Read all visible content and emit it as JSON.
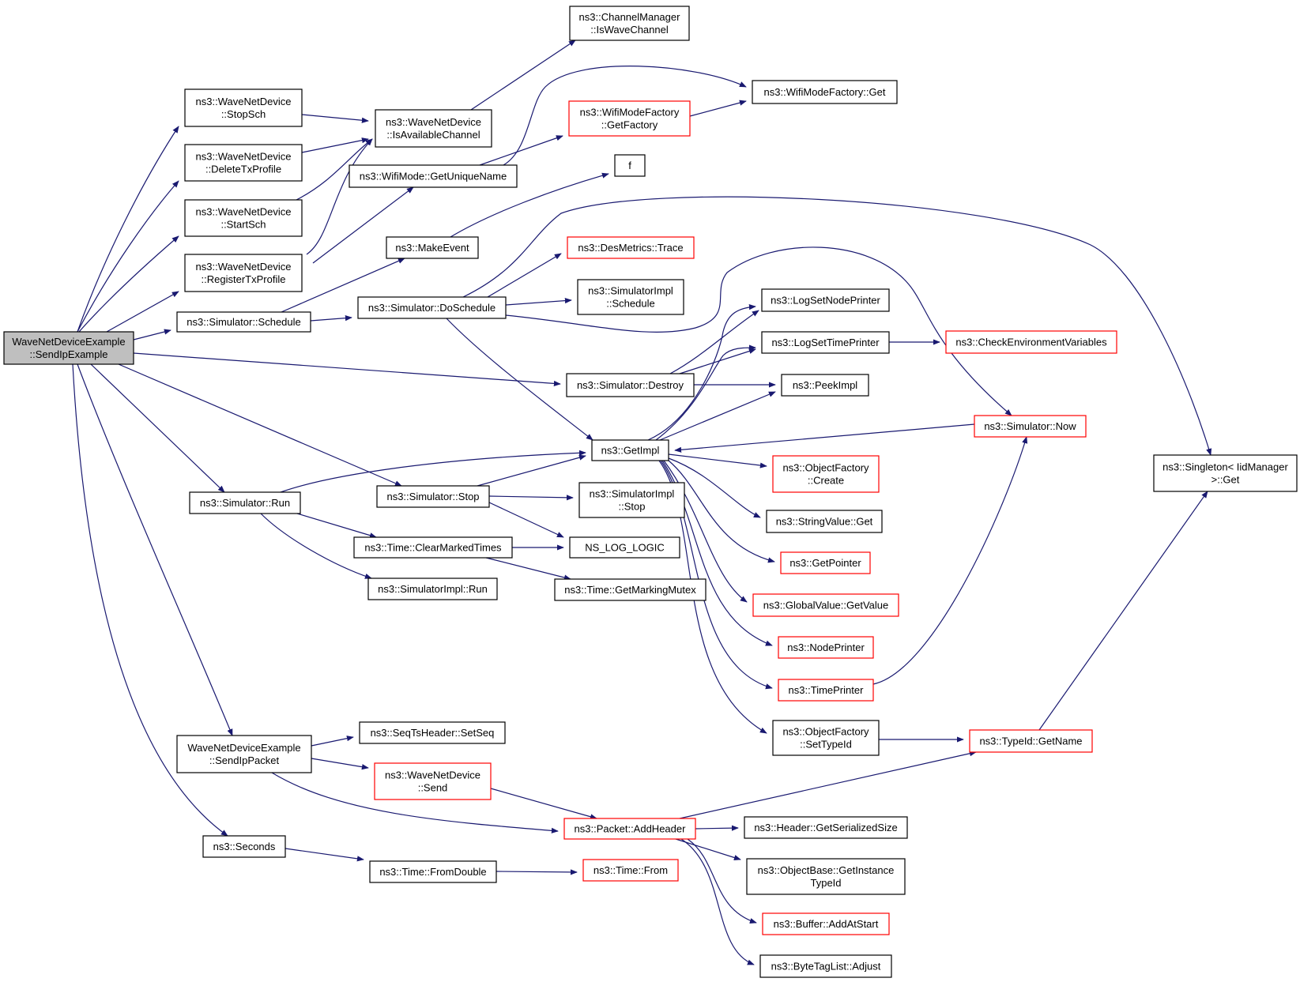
{
  "colors": {
    "edge": "#191970",
    "border_default": "#000000",
    "border_red": "#ff0000",
    "root_fill": "#bfbfbf",
    "node_fill": "#ffffff"
  },
  "nodes": [
    {
      "id": "root",
      "lines": [
        "WaveNetDeviceExample",
        "::SendIpExample"
      ],
      "style": "root"
    },
    {
      "id": "stopsch",
      "lines": [
        "ns3::WaveNetDevice",
        "::StopSch"
      ],
      "style": "black"
    },
    {
      "id": "deletetx",
      "lines": [
        "ns3::WaveNetDevice",
        "::DeleteTxProfile"
      ],
      "style": "black"
    },
    {
      "id": "startsch",
      "lines": [
        "ns3::WaveNetDevice",
        "::StartSch"
      ],
      "style": "black"
    },
    {
      "id": "registertx",
      "lines": [
        "ns3::WaveNetDevice",
        "::RegisterTxProfile"
      ],
      "style": "black"
    },
    {
      "id": "schedule",
      "lines": [
        "ns3::Simulator::Schedule"
      ],
      "style": "black"
    },
    {
      "id": "run",
      "lines": [
        "ns3::Simulator::Run"
      ],
      "style": "black"
    },
    {
      "id": "sendippacket",
      "lines": [
        "WaveNetDeviceExample",
        "::SendIpPacket"
      ],
      "style": "black"
    },
    {
      "id": "seconds",
      "lines": [
        "ns3::Seconds"
      ],
      "style": "black"
    },
    {
      "id": "isavail",
      "lines": [
        "ns3::WaveNetDevice",
        "::IsAvailableChannel"
      ],
      "style": "black"
    },
    {
      "id": "getunique",
      "lines": [
        "ns3::WifiMode::GetUniqueName"
      ],
      "style": "black"
    },
    {
      "id": "makeevent",
      "lines": [
        "ns3::MakeEvent"
      ],
      "style": "black"
    },
    {
      "id": "doschedule",
      "lines": [
        "ns3::Simulator::DoSchedule"
      ],
      "style": "black"
    },
    {
      "id": "stop",
      "lines": [
        "ns3::Simulator::Stop"
      ],
      "style": "black"
    },
    {
      "id": "clearmarked",
      "lines": [
        "ns3::Time::ClearMarkedTimes"
      ],
      "style": "black"
    },
    {
      "id": "implrun",
      "lines": [
        "ns3::SimulatorImpl::Run"
      ],
      "style": "black"
    },
    {
      "id": "setseq",
      "lines": [
        "ns3::SeqTsHeader::SetSeq"
      ],
      "style": "black"
    },
    {
      "id": "wndsend",
      "lines": [
        "ns3::WaveNetDevice",
        "::Send"
      ],
      "style": "red"
    },
    {
      "id": "fromdouble",
      "lines": [
        "ns3::Time::FromDouble"
      ],
      "style": "black"
    },
    {
      "id": "chanmgr",
      "lines": [
        "ns3::ChannelManager",
        "::IsWaveChannel"
      ],
      "style": "black"
    },
    {
      "id": "getfactory",
      "lines": [
        "ns3::WifiModeFactory",
        "::GetFactory"
      ],
      "style": "red"
    },
    {
      "id": "f",
      "lines": [
        "f"
      ],
      "style": "black"
    },
    {
      "id": "desmetrics",
      "lines": [
        "ns3::DesMetrics::Trace"
      ],
      "style": "red"
    },
    {
      "id": "implschedule",
      "lines": [
        "ns3::SimulatorImpl",
        "::Schedule"
      ],
      "style": "black"
    },
    {
      "id": "destroy",
      "lines": [
        "ns3::Simulator::Destroy"
      ],
      "style": "black"
    },
    {
      "id": "getimpl",
      "lines": [
        "ns3::GetImpl"
      ],
      "style": "black"
    },
    {
      "id": "implstop",
      "lines": [
        "ns3::SimulatorImpl",
        "::Stop"
      ],
      "style": "black"
    },
    {
      "id": "nslog",
      "lines": [
        "NS_LOG_LOGIC"
      ],
      "style": "black"
    },
    {
      "id": "markingmutex",
      "lines": [
        "ns3::Time::GetMarkingMutex"
      ],
      "style": "black"
    },
    {
      "id": "addheader",
      "lines": [
        "ns3::Packet::AddHeader"
      ],
      "style": "red"
    },
    {
      "id": "timefrom",
      "lines": [
        "ns3::Time::From"
      ],
      "style": "red"
    },
    {
      "id": "wmfget",
      "lines": [
        "ns3::WifiModeFactory::Get"
      ],
      "style": "black"
    },
    {
      "id": "lognode",
      "lines": [
        "ns3::LogSetNodePrinter"
      ],
      "style": "black"
    },
    {
      "id": "logtime",
      "lines": [
        "ns3::LogSetTimePrinter"
      ],
      "style": "black"
    },
    {
      "id": "peekimpl",
      "lines": [
        "ns3::PeekImpl"
      ],
      "style": "black"
    },
    {
      "id": "ofcreate",
      "lines": [
        "ns3::ObjectFactory",
        "::Create"
      ],
      "style": "red"
    },
    {
      "id": "strget",
      "lines": [
        "ns3::StringValue::Get"
      ],
      "style": "black"
    },
    {
      "id": "getpointer",
      "lines": [
        "ns3::GetPointer"
      ],
      "style": "red"
    },
    {
      "id": "gvgetvalue",
      "lines": [
        "ns3::GlobalValue::GetValue"
      ],
      "style": "red"
    },
    {
      "id": "nodeprinter",
      "lines": [
        "ns3::NodePrinter"
      ],
      "style": "red"
    },
    {
      "id": "timeprinter",
      "lines": [
        "ns3::TimePrinter"
      ],
      "style": "red"
    },
    {
      "id": "ofsettypeid",
      "lines": [
        "ns3::ObjectFactory",
        "::SetTypeId"
      ],
      "style": "black"
    },
    {
      "id": "getserialized",
      "lines": [
        "ns3::Header::GetSerializedSize"
      ],
      "style": "black"
    },
    {
      "id": "getinstance",
      "lines": [
        "ns3::ObjectBase::GetInstance",
        "TypeId"
      ],
      "style": "black"
    },
    {
      "id": "addatstart",
      "lines": [
        "ns3::Buffer::AddAtStart"
      ],
      "style": "red"
    },
    {
      "id": "bytetag",
      "lines": [
        "ns3::ByteTagList::Adjust"
      ],
      "style": "black"
    },
    {
      "id": "checkenv",
      "lines": [
        "ns3::CheckEnvironmentVariables"
      ],
      "style": "red"
    },
    {
      "id": "now",
      "lines": [
        "ns3::Simulator::Now"
      ],
      "style": "red"
    },
    {
      "id": "gettypename",
      "lines": [
        "ns3::TypeId::GetName"
      ],
      "style": "red"
    },
    {
      "id": "singleton",
      "lines": [
        "ns3::Singleton< IidManager",
        " >::Get"
      ],
      "style": "black"
    }
  ]
}
